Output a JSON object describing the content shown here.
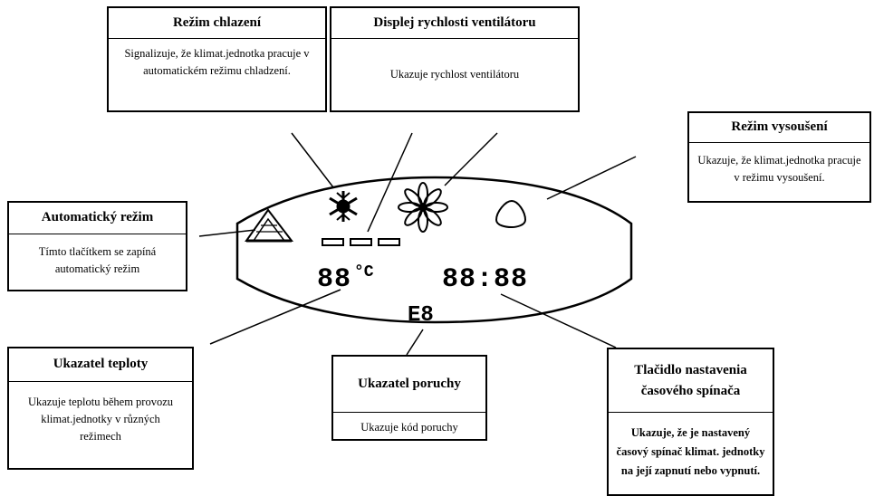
{
  "callouts": {
    "cooling_mode": {
      "title": "Režim chlazení",
      "body": "Signalizuje, že klimat.jednotka pracuje v automatickém režimu chladzení."
    },
    "fan_speed": {
      "title": "Displej rychlosti ventilátoru",
      "body": "Ukazuje rychlost ventilátoru"
    },
    "dry_mode": {
      "title": "Režim vysoušení",
      "body": "Ukazuje, že klimat.jednotka pracuje v režimu vysoušení."
    },
    "auto_mode": {
      "title": "Automatický režim",
      "body": "Tímto tlačítkem se zapíná automatický režim"
    },
    "temperature": {
      "title": "Ukazatel teploty",
      "body": "Ukazuje teplotu během provozu klimat.jednotky v různých režimech"
    },
    "fault": {
      "title": "Ukazatel poruchy",
      "body": "Ukazuje kód poruchy"
    },
    "timer": {
      "title": "Tlačidlo nastavenia časového spínača",
      "body": "Ukazuje, že je nastavený časový spínač klimat. jednotky na její zapnutí nebo vypnutí."
    }
  },
  "display": {
    "temperature_digits": "88",
    "temperature_unit": "°C",
    "clock_digits": "88:88",
    "fault_code": "E8"
  },
  "icons": [
    "auto-mode-icon",
    "cooling-snowflake-icon",
    "fan-icon",
    "dry-mode-droplet-icon",
    "fan-speed-bars-icon"
  ]
}
